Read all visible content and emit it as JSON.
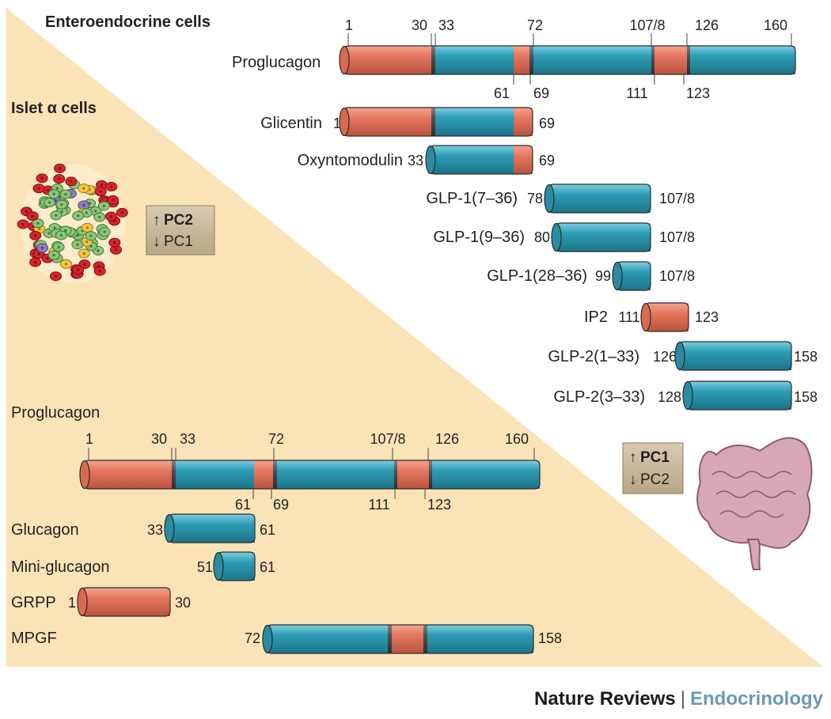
{
  "colors": {
    "background_triangle": "#fbe3b8",
    "teal": "#2d9db5",
    "salmon": "#e57860",
    "separator": "#4a4f55",
    "pc_box": "#c8b89a",
    "brand_grey": "#6a9ab4"
  },
  "headings": {
    "entero": "Enteroendocrine cells",
    "islet": "Islet α cells"
  },
  "entero_pc": {
    "up": "PC2",
    "down": "PC1"
  },
  "intestine_pc": {
    "up": "PC1",
    "down": "PC2"
  },
  "top_proglucagon": {
    "label": "Proglucagon",
    "ticks_above": [
      "1",
      "30",
      "33",
      "72",
      "107/8",
      "126",
      "160"
    ],
    "ticks_below": [
      "61",
      "69",
      "111",
      "123"
    ]
  },
  "top_peptides": [
    {
      "name": "Glicentin",
      "start": "1",
      "end": "69"
    },
    {
      "name": "Oxyntomodulin",
      "start": "33",
      "end": "69"
    },
    {
      "name": "GLP-1(7–36)",
      "start": "78",
      "end": "107/8"
    },
    {
      "name": "GLP-1(9–36)",
      "start": "80",
      "end": "107/8"
    },
    {
      "name": "GLP-1(28–36)",
      "start": "99",
      "end": "107/8"
    },
    {
      "name": "IP2",
      "start": "111",
      "end": "123"
    },
    {
      "name": "GLP-2(1–33)",
      "start": "126",
      "end": "158"
    },
    {
      "name": "GLP-2(3–33)",
      "start": "128",
      "end": "158"
    }
  ],
  "bottom_proglucagon": {
    "label": "Proglucagon",
    "ticks_above": [
      "1",
      "30",
      "33",
      "72",
      "107/8",
      "126",
      "160"
    ],
    "ticks_below": [
      "61",
      "69",
      "111",
      "123"
    ]
  },
  "bottom_peptides": [
    {
      "name": "Glucagon",
      "start": "33",
      "end": "61"
    },
    {
      "name": "Mini-glucagon",
      "start": "51",
      "end": "61"
    },
    {
      "name": "GRPP",
      "start": "1",
      "end": "30"
    },
    {
      "name": "MPGF",
      "start": "72",
      "end": "158"
    }
  ],
  "footer": {
    "journal": "Nature Reviews",
    "section": "Endocrinology"
  }
}
